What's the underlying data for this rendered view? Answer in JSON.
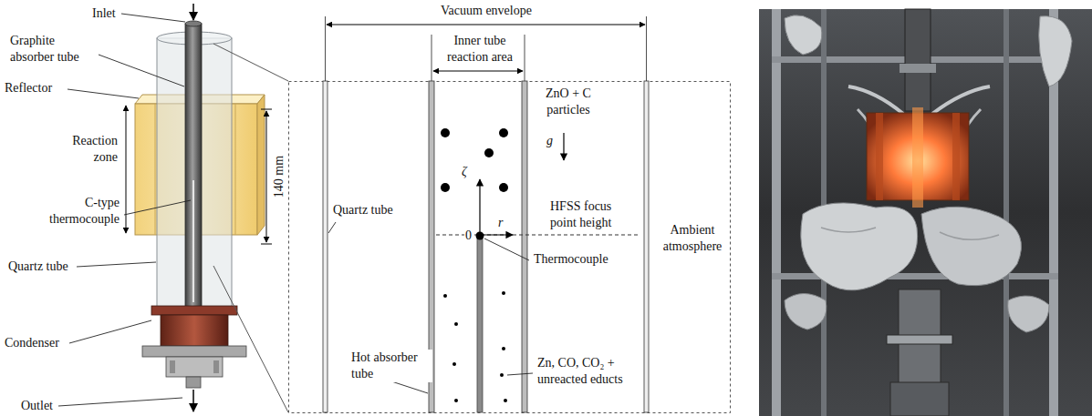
{
  "diagram": {
    "labels": [
      "Inlet",
      "Graphite absorber tube",
      "Reflector",
      "Reaction zone",
      "C-type thermocouple",
      "Quartz tube",
      "Condenser",
      "Outlet",
      "140 mm",
      "Vacuum envelope",
      "Inner tube reaction area",
      "ZnO + C particles",
      "g",
      "Quartz tube",
      "ζ",
      "HFSS focus point height",
      "0",
      "r",
      "Ambient atmosphere",
      "Thermocouple",
      "Hot absorber tube",
      "Zn, CO, CO₂ + unreacted educts"
    ]
  }
}
